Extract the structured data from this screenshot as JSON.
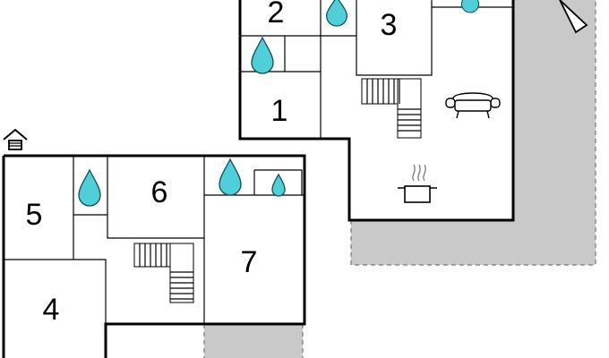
{
  "colors": {
    "terrace": "#c9c9c9",
    "water_drop": "#4fd0d8",
    "wall": "#000000"
  },
  "rooms": [
    {
      "id": "room-1",
      "label": "1"
    },
    {
      "id": "room-2",
      "label": "2"
    },
    {
      "id": "room-3",
      "label": "3"
    },
    {
      "id": "room-4",
      "label": "4"
    },
    {
      "id": "room-5",
      "label": "5"
    },
    {
      "id": "room-6",
      "label": "6"
    },
    {
      "id": "room-7",
      "label": "7"
    }
  ],
  "icons": [
    "water-drop-icon",
    "stairs-icon",
    "sofa-icon",
    "cooking-pot-icon",
    "house-entrance-icon",
    "compass-north-icon"
  ]
}
